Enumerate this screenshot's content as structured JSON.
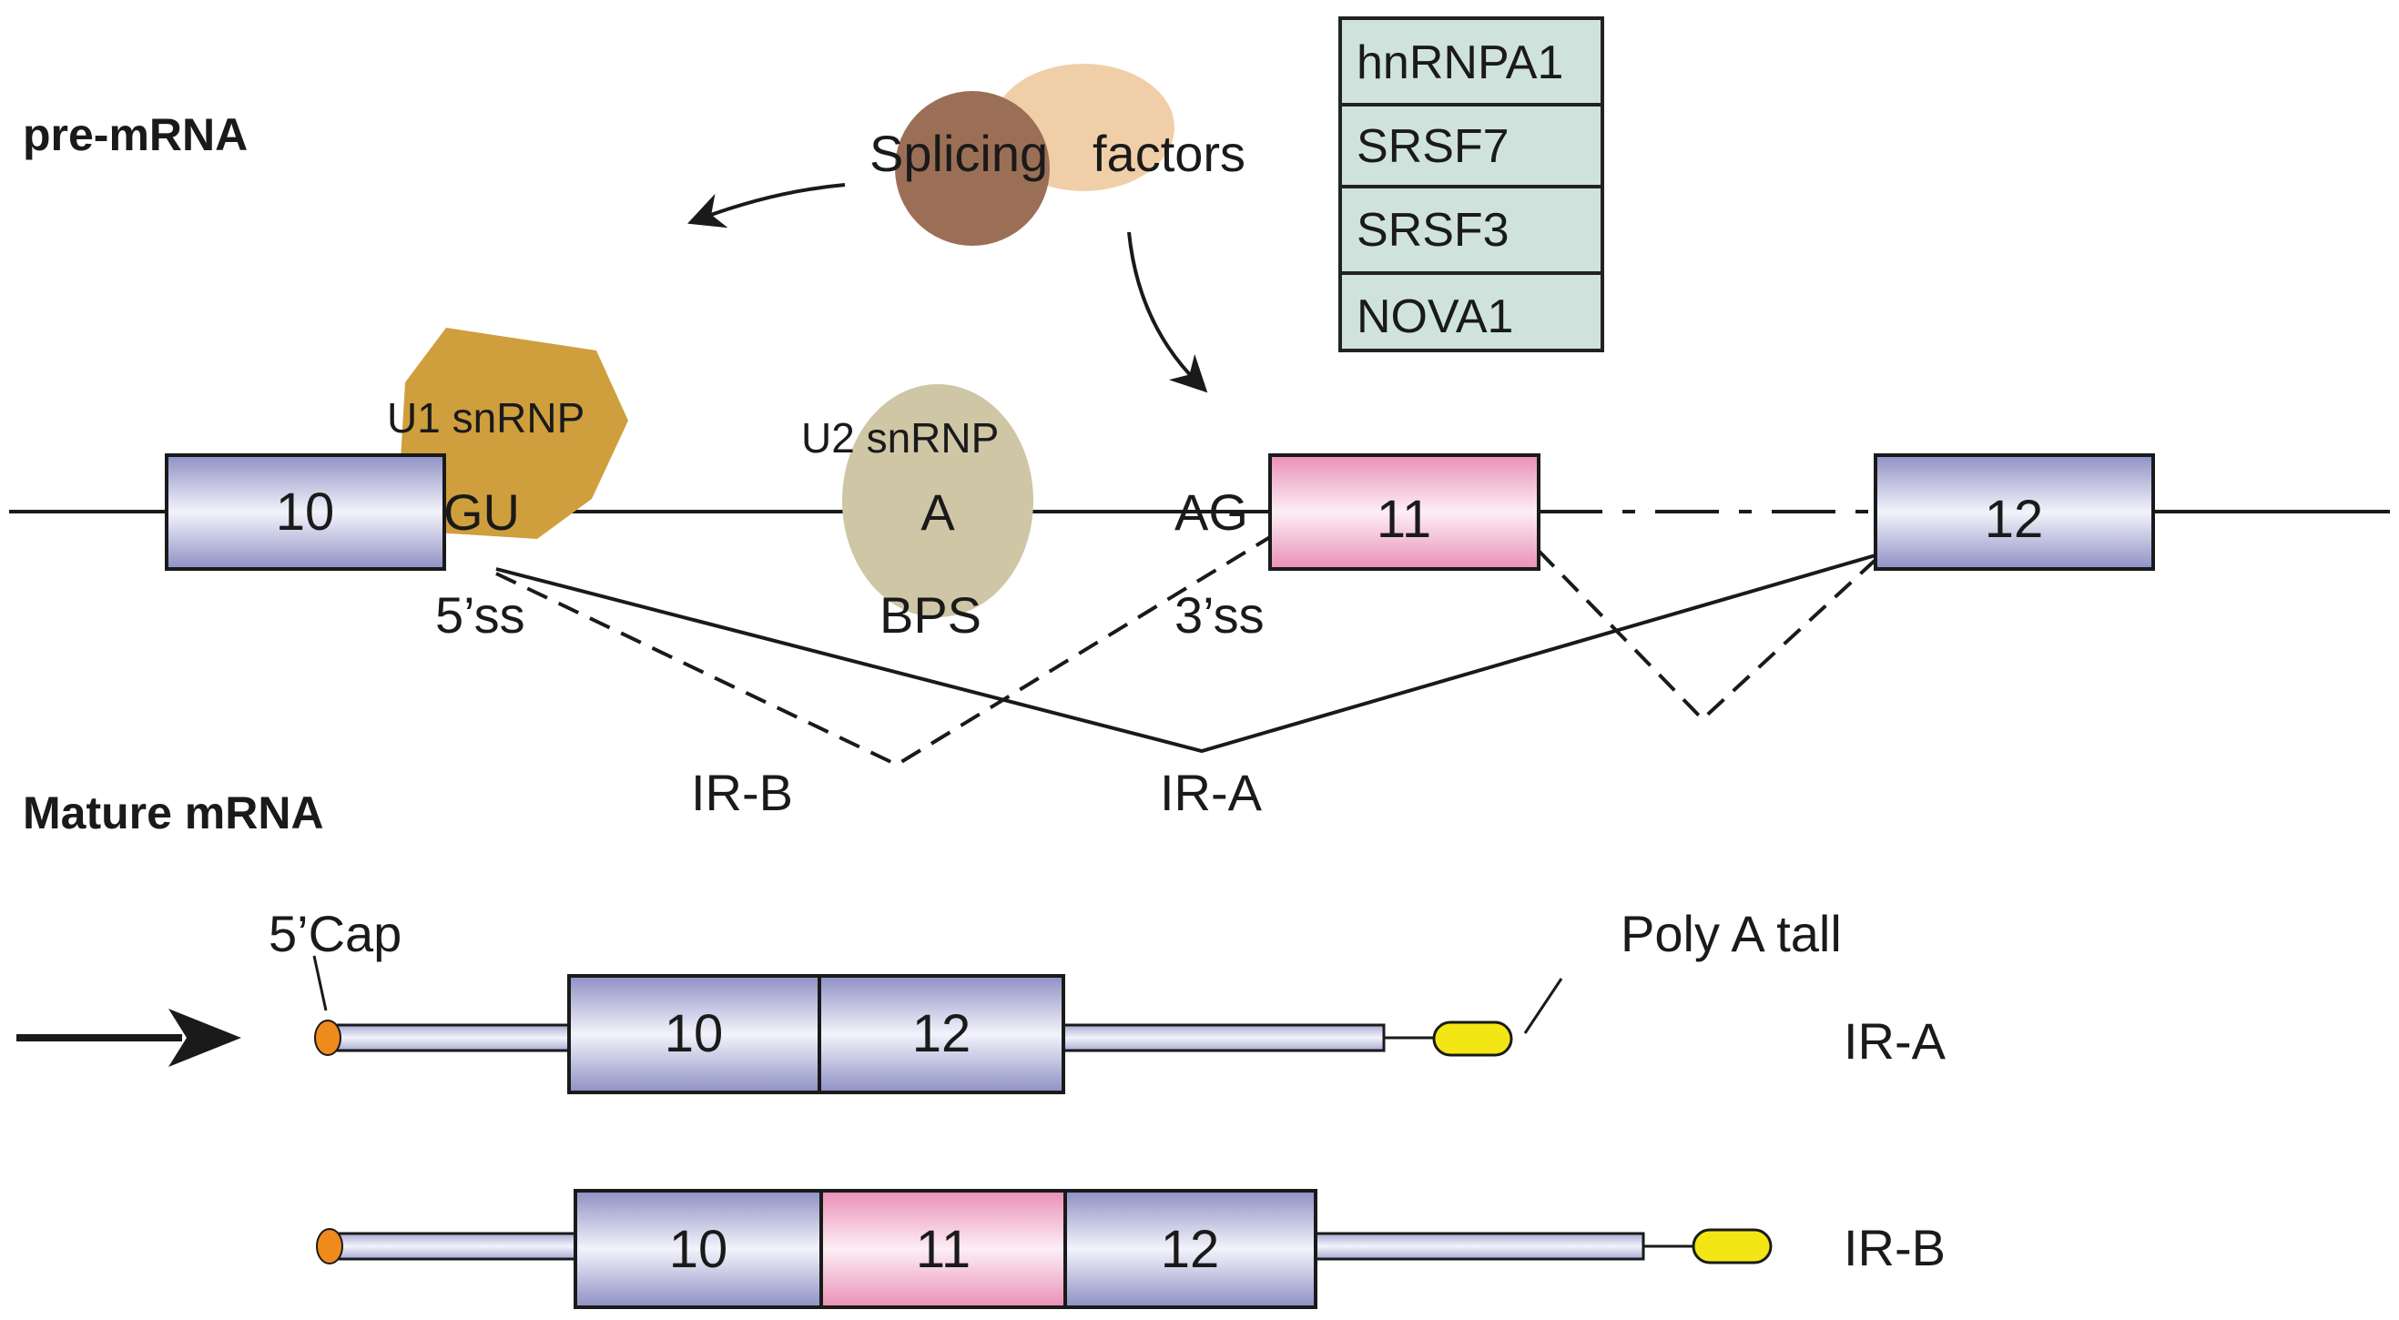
{
  "headings": {
    "pre_mrna": "pre-mRNA",
    "mature_mrna": "Mature mRNA"
  },
  "splicing_factors": {
    "label_word1": "Splicing",
    "label_word2": "factors",
    "list": [
      "hnRNPA1",
      "SRSF7",
      "SRSF3",
      "NOVA1"
    ],
    "box_color": "#cfe3dc"
  },
  "pre_mrna": {
    "exons": [
      {
        "id": "10",
        "label": "10",
        "kind": "constitutive"
      },
      {
        "id": "11",
        "label": "11",
        "kind": "alternative"
      },
      {
        "id": "12",
        "label": "12",
        "kind": "constitutive"
      }
    ],
    "u1_label": "U1 snRNP",
    "u2_label": "U2 snRNP",
    "gu_label": "GU",
    "a_label": "A",
    "ag_label": "AG",
    "ss5_label": "5’ss",
    "bps_label": "BPS",
    "ss3_label": "3’ss",
    "ir_b_label": "IR-B",
    "ir_a_label": "IR-A"
  },
  "mature": {
    "cap_label": "5’Cap",
    "polya_label": "Poly A tall",
    "isoforms": [
      {
        "name": "IR-A",
        "exons": [
          "10",
          "12"
        ]
      },
      {
        "name": "IR-B",
        "exons": [
          "10",
          "11",
          "12"
        ]
      }
    ]
  },
  "colors": {
    "exon_constitutive": "#b4b6dc",
    "exon_alternative": "#f2b8d2",
    "u1": "#cf9f3d",
    "u2": "#cfc6a6",
    "factor_dark": "#9b6f56",
    "factor_light": "#f0cfa8",
    "cap": "#ef8a1d",
    "polya": "#f2e614"
  }
}
